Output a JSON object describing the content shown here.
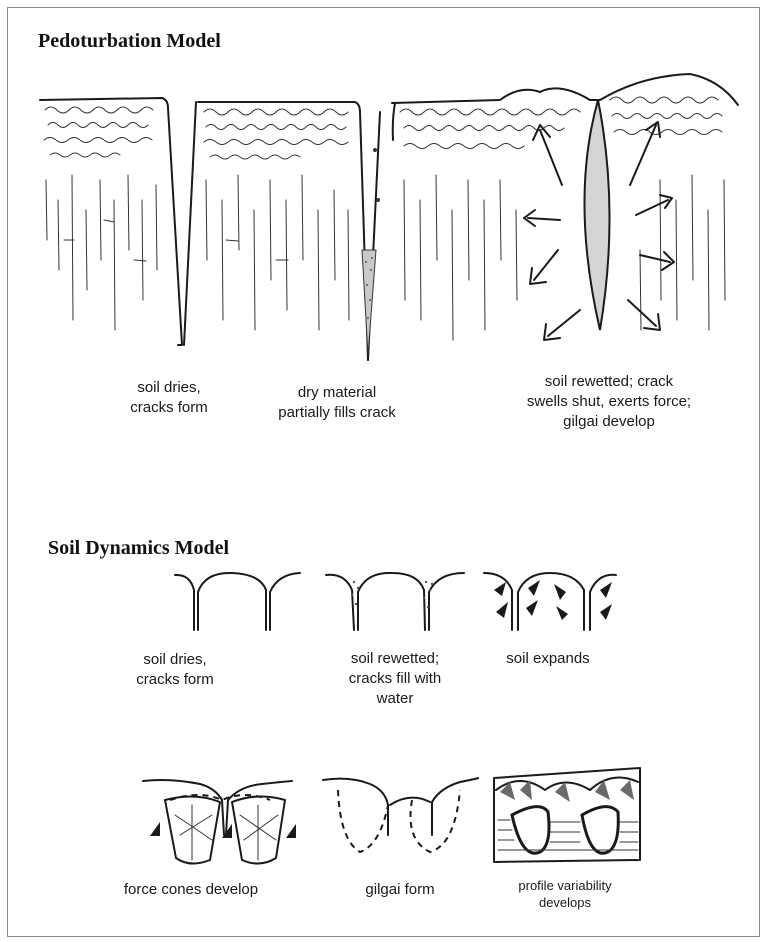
{
  "sections": [
    {
      "title": "Pedoturbation Model",
      "captions": [
        "soil dries,\ncracks form",
        "dry material\npartially fills crack",
        "soil rewetted; crack\nswells shut, exerts force;\ngilgai develop"
      ]
    },
    {
      "title": "Soil Dynamics Model",
      "captions": [
        "soil dries,\ncracks form",
        "soil rewetted;\ncracks fill with\nwater",
        "soil expands",
        "force cones develop",
        "gilgai form",
        "profile variability\ndevelops"
      ]
    }
  ]
}
